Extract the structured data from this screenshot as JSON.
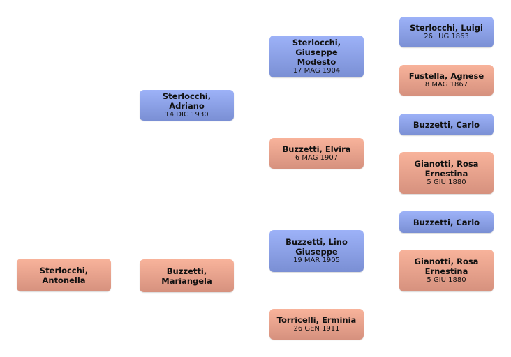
{
  "colors": {
    "male": "#8ea3e8",
    "female": "#eba38d"
  },
  "people": [
    {
      "name": "Sterlocchi, Antonella",
      "date": ""
    },
    {
      "name": "Buzzetti, Mariangela",
      "date": ""
    },
    {
      "name": "Sterlocchi, Adriano",
      "date": "14 DIC 1930"
    },
    {
      "name": "Sterlocchi, Giuseppe Modesto",
      "date": "17 MAG 1904"
    },
    {
      "name": "Buzzetti, Elvira",
      "date": "6 MAG 1907"
    },
    {
      "name": "Buzzetti, Lino Giuseppe",
      "date": "19 MAR 1905"
    },
    {
      "name": "Torricelli, Erminia",
      "date": "26 GEN 1911"
    },
    {
      "name": "Sterlocchi, Luigi",
      "date": "26 LUG 1863"
    },
    {
      "name": "Fustella, Agnese",
      "date": "8 MAG 1867"
    },
    {
      "name": "Buzzetti, Carlo",
      "date": ""
    },
    {
      "name": "Gianotti, Rosa Ernestina",
      "date": "5 GIU 1880"
    },
    {
      "name": "Buzzetti, Carlo",
      "date": ""
    },
    {
      "name": "Gianotti, Rosa Ernestina",
      "date": "5 GIU 1880"
    }
  ]
}
